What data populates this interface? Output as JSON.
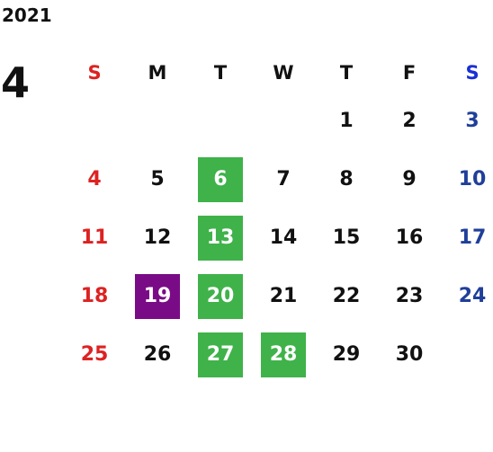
{
  "year": "2021",
  "month": "4",
  "weekdays": [
    "S",
    "M",
    "T",
    "W",
    "T",
    "F",
    "S"
  ],
  "colors": {
    "sunday": "#dd2222",
    "saturday_header": "#1a2fd6",
    "saturday": "#1f3f99",
    "highlight_green": "#3fb24a",
    "highlight_purple": "#7a0b86"
  },
  "weeks": [
    [
      "",
      "",
      "",
      "",
      "1",
      "2",
      "3"
    ],
    [
      "4",
      "5",
      "6",
      "7",
      "8",
      "9",
      "10"
    ],
    [
      "11",
      "12",
      "13",
      "14",
      "15",
      "16",
      "17"
    ],
    [
      "18",
      "19",
      "20",
      "21",
      "22",
      "23",
      "24"
    ],
    [
      "25",
      "26",
      "27",
      "28",
      "29",
      "30",
      ""
    ]
  ]
}
